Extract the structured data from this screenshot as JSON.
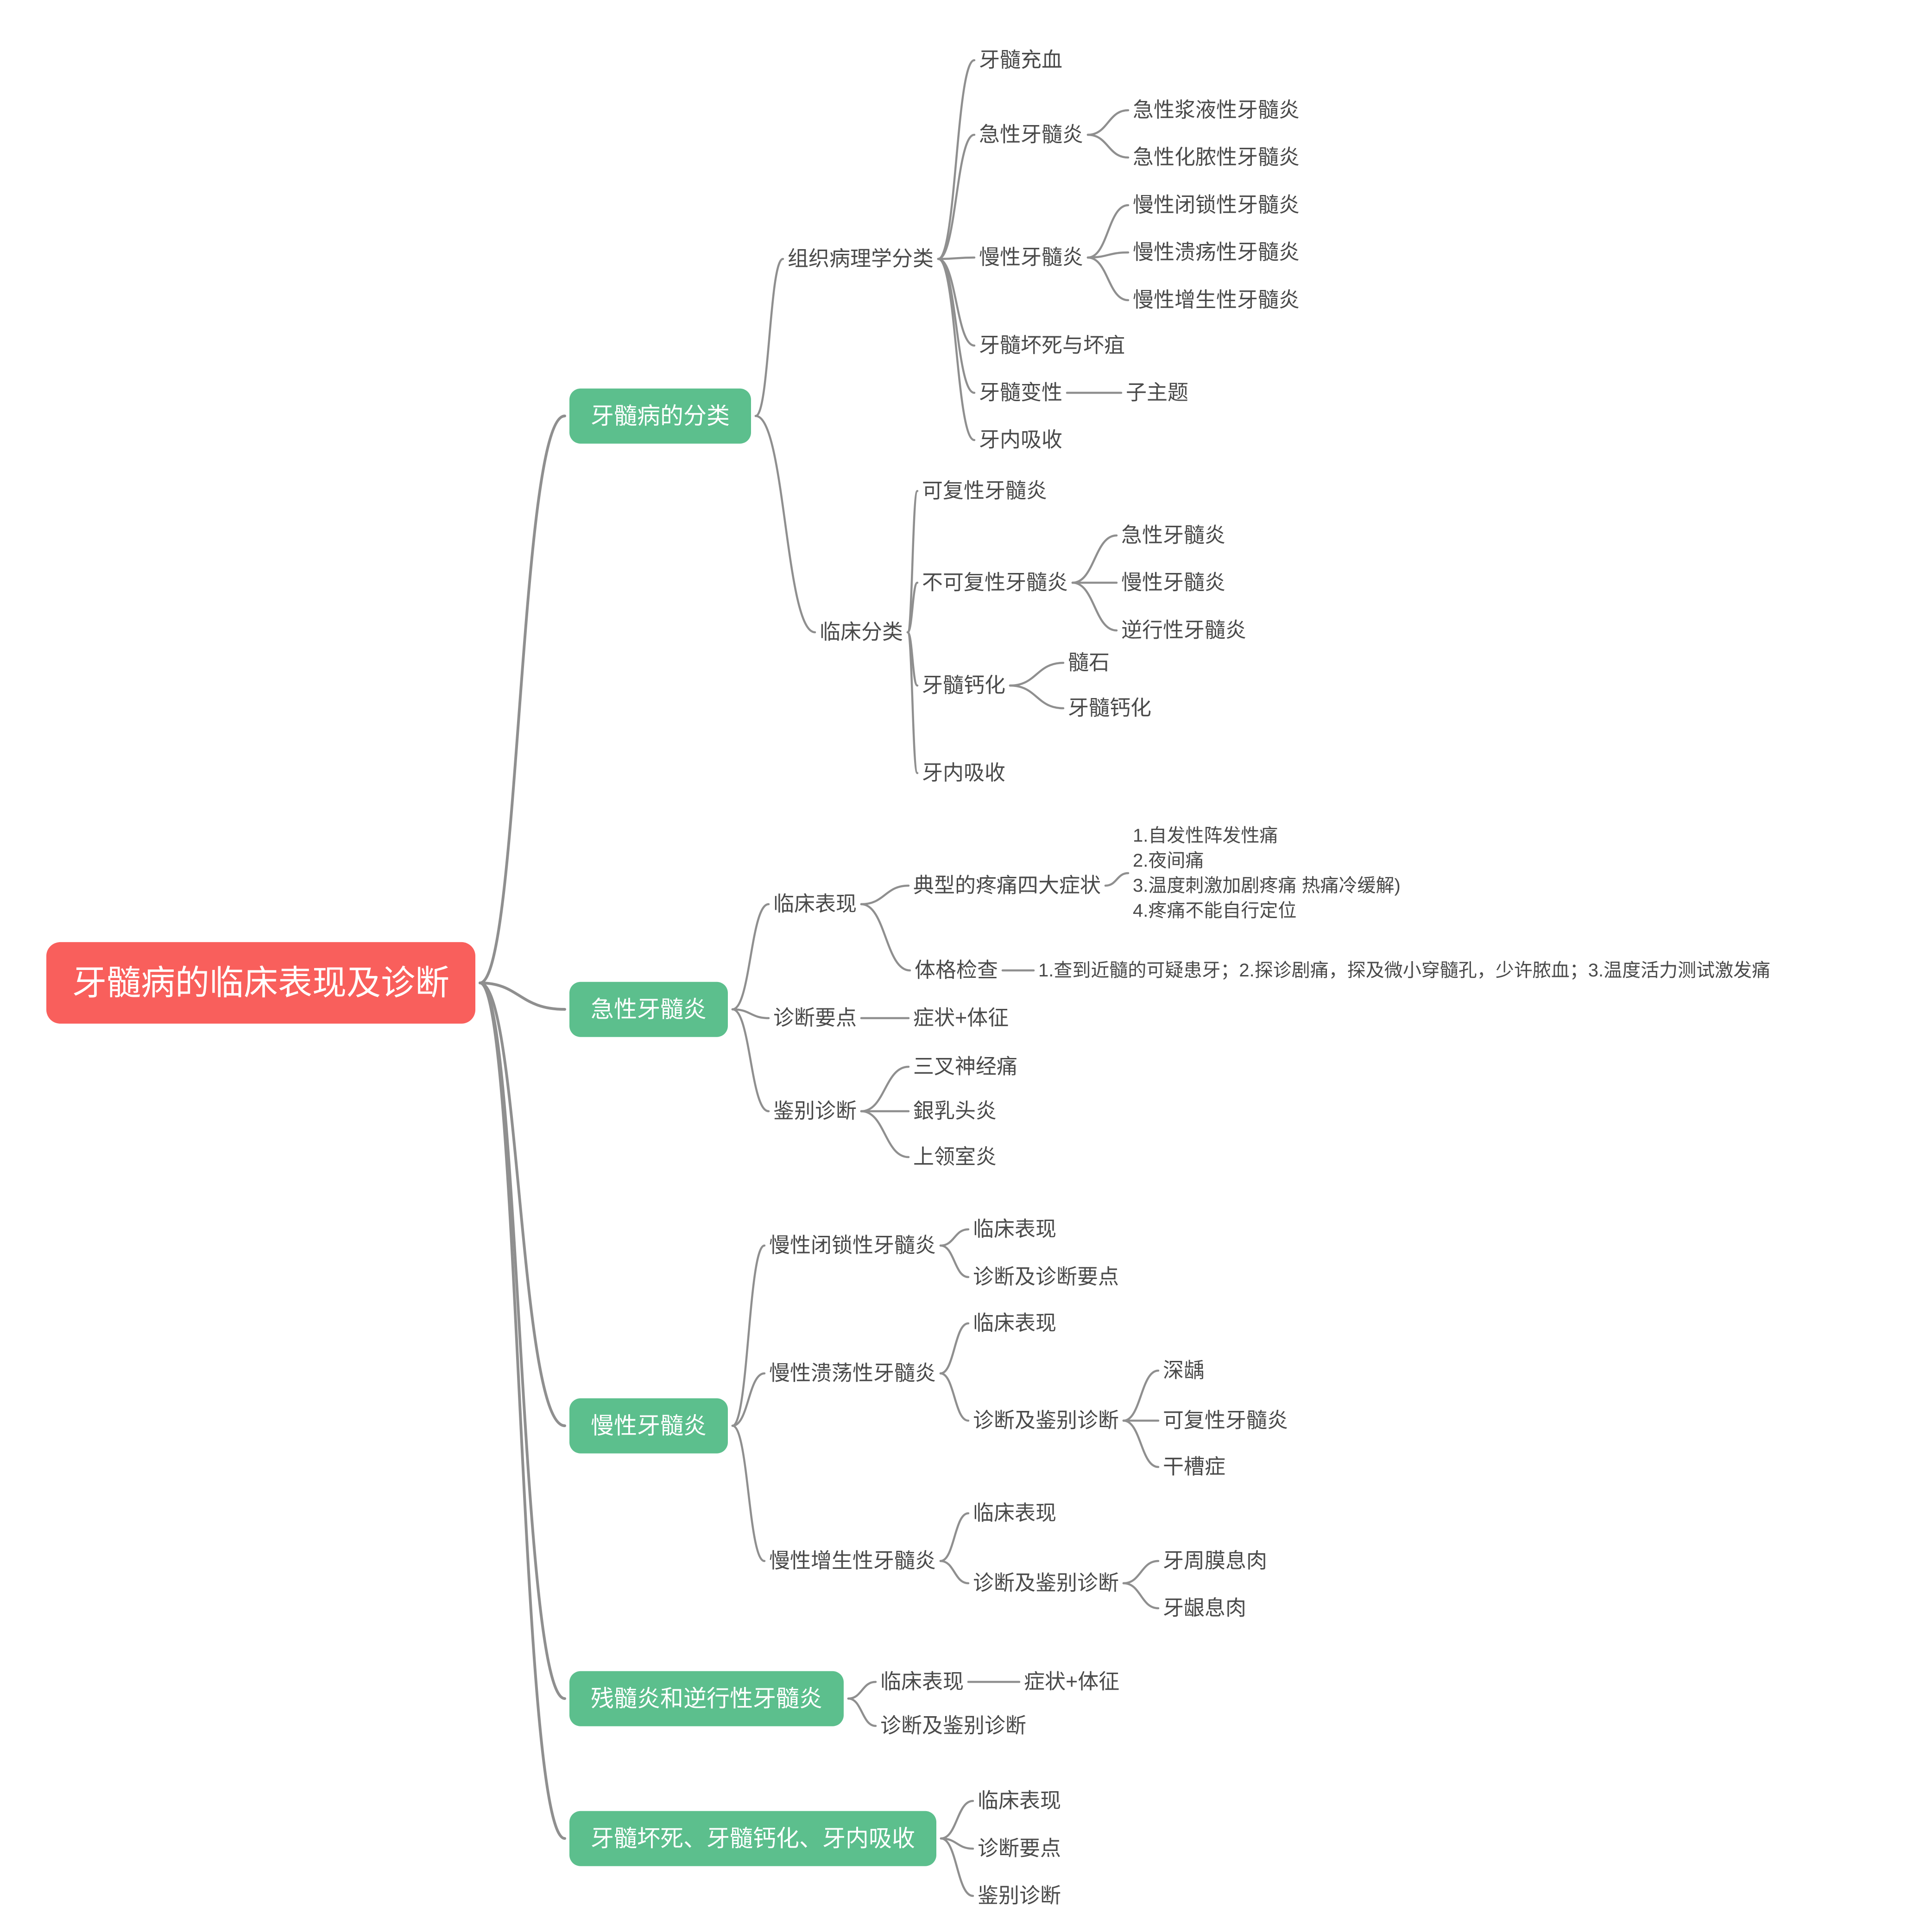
{
  "colors": {
    "root_bg": "#F95F5C",
    "branch_bg": "#5CBF8D",
    "text": "#4A4A4A",
    "line": "#8F8F8F",
    "text_on_color": "#FFFFFF",
    "canvas_bg": "#FFFFFF"
  },
  "mindmap": {
    "root": {
      "id": "root",
      "label": "牙髓病的临床表现及诊断"
    },
    "nodes": [
      {
        "id": "b1",
        "parent": "root",
        "label": "牙髓病的分类"
      },
      {
        "id": "b1c1",
        "parent": "b1",
        "label": "组织病理学分类"
      },
      {
        "id": "b1c1a",
        "parent": "b1c1",
        "label": "牙髓充血"
      },
      {
        "id": "b1c1b",
        "parent": "b1c1",
        "label": "急性牙髓炎"
      },
      {
        "id": "b1c1b1",
        "parent": "b1c1b",
        "label": "急性浆液性牙髓炎"
      },
      {
        "id": "b1c1b2",
        "parent": "b1c1b",
        "label": "急性化脓性牙髓炎"
      },
      {
        "id": "b1c1c",
        "parent": "b1c1",
        "label": "慢性牙髓炎"
      },
      {
        "id": "b1c1c1",
        "parent": "b1c1c",
        "label": "慢性闭锁性牙髓炎"
      },
      {
        "id": "b1c1c2",
        "parent": "b1c1c",
        "label": "慢性溃疡性牙髓炎"
      },
      {
        "id": "b1c1c3",
        "parent": "b1c1c",
        "label": "慢性增生性牙髓炎"
      },
      {
        "id": "b1c1d",
        "parent": "b1c1",
        "label": "牙髓坏死与坏疽"
      },
      {
        "id": "b1c1e",
        "parent": "b1c1",
        "label": "牙髓变性"
      },
      {
        "id": "b1c1e1",
        "parent": "b1c1e",
        "label": "子主题"
      },
      {
        "id": "b1c1f",
        "parent": "b1c1",
        "label": "牙内吸收"
      },
      {
        "id": "b1c2",
        "parent": "b1",
        "label": "临床分类"
      },
      {
        "id": "b1c2a",
        "parent": "b1c2",
        "label": "可复性牙髓炎"
      },
      {
        "id": "b1c2b",
        "parent": "b1c2",
        "label": "不可复性牙髓炎"
      },
      {
        "id": "b1c2b1",
        "parent": "b1c2b",
        "label": "急性牙髓炎"
      },
      {
        "id": "b1c2b2",
        "parent": "b1c2b",
        "label": "慢性牙髓炎"
      },
      {
        "id": "b1c2b3",
        "parent": "b1c2b",
        "label": "逆行性牙髓炎"
      },
      {
        "id": "b1c2c",
        "parent": "b1c2",
        "label": "牙髓钙化"
      },
      {
        "id": "b1c2c1",
        "parent": "b1c2c",
        "label": "髓石"
      },
      {
        "id": "b1c2c2",
        "parent": "b1c2c",
        "label": "牙髓钙化"
      },
      {
        "id": "b1c2d",
        "parent": "b1c2",
        "label": "牙内吸收"
      },
      {
        "id": "b2",
        "parent": "root",
        "label": "急性牙髓炎"
      },
      {
        "id": "b2c1",
        "parent": "b2",
        "label": "临床表现"
      },
      {
        "id": "b2c1a",
        "parent": "b2c1",
        "label": "典型的疼痛四大症状"
      },
      {
        "id": "b2c1a1",
        "parent": "b2c1a",
        "label": "1.自发性阵发性痛\n2.夜间痛\n3.温度刺激加剧疼痛 热痛冷缓解)\n4.疼痛不能自行定位"
      },
      {
        "id": "b2c1b",
        "parent": "b2c1",
        "label": "体格检查"
      },
      {
        "id": "b2c1b1",
        "parent": "b2c1b",
        "label": "1.查到近髓的可疑患牙；2.探诊剧痛，探及微小穿髓孔，少许脓血；3.温度活力测试激发痛"
      },
      {
        "id": "b2c2",
        "parent": "b2",
        "label": "诊断要点"
      },
      {
        "id": "b2c2a",
        "parent": "b2c2",
        "label": "症状+体征"
      },
      {
        "id": "b2c3",
        "parent": "b2",
        "label": "鉴别诊断"
      },
      {
        "id": "b2c3a",
        "parent": "b2c3",
        "label": "三叉神经痛"
      },
      {
        "id": "b2c3b",
        "parent": "b2c3",
        "label": "銀乳头炎"
      },
      {
        "id": "b2c3c",
        "parent": "b2c3",
        "label": "上领室炎"
      },
      {
        "id": "b3",
        "parent": "root",
        "label": "慢性牙髓炎"
      },
      {
        "id": "b3c1",
        "parent": "b3",
        "label": "慢性闭锁性牙髓炎"
      },
      {
        "id": "b3c1a",
        "parent": "b3c1",
        "label": "临床表现"
      },
      {
        "id": "b3c1b",
        "parent": "b3c1",
        "label": "诊断及诊断要点"
      },
      {
        "id": "b3c2",
        "parent": "b3",
        "label": "慢性溃荡性牙髓炎"
      },
      {
        "id": "b3c2a",
        "parent": "b3c2",
        "label": "临床表现"
      },
      {
        "id": "b3c2b",
        "parent": "b3c2",
        "label": "诊断及鉴别诊断"
      },
      {
        "id": "b3c2b1",
        "parent": "b3c2b",
        "label": "深龋"
      },
      {
        "id": "b3c2b2",
        "parent": "b3c2b",
        "label": "可复性牙髓炎"
      },
      {
        "id": "b3c2b3",
        "parent": "b3c2b",
        "label": "干槽症"
      },
      {
        "id": "b3c3",
        "parent": "b3",
        "label": "慢性增生性牙髓炎"
      },
      {
        "id": "b3c3a",
        "parent": "b3c3",
        "label": "临床表现"
      },
      {
        "id": "b3c3b",
        "parent": "b3c3",
        "label": "诊断及鉴别诊断"
      },
      {
        "id": "b3c3b1",
        "parent": "b3c3b",
        "label": "牙周膜息肉"
      },
      {
        "id": "b3c3b2",
        "parent": "b3c3b",
        "label": "牙龈息肉"
      },
      {
        "id": "b4",
        "parent": "root",
        "label": "残髓炎和逆行性牙髓炎"
      },
      {
        "id": "b4c1",
        "parent": "b4",
        "label": "临床表现"
      },
      {
        "id": "b4c1a",
        "parent": "b4c1",
        "label": "症状+体征"
      },
      {
        "id": "b4c2",
        "parent": "b4",
        "label": "诊断及鉴别诊断"
      },
      {
        "id": "b5",
        "parent": "root",
        "label": "牙髓坏死、牙髓钙化、牙内吸收"
      },
      {
        "id": "b5c1",
        "parent": "b5",
        "label": "临床表现"
      },
      {
        "id": "b5c2",
        "parent": "b5",
        "label": "诊断要点"
      },
      {
        "id": "b5c3",
        "parent": "b5",
        "label": "鉴别诊断"
      }
    ]
  }
}
